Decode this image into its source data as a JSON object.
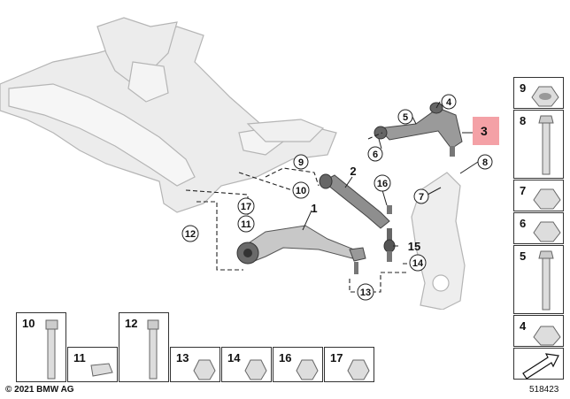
{
  "callouts": {
    "c1": "1",
    "c2": "2",
    "c3": "3",
    "c4": "4",
    "c5": "5",
    "c6": "6",
    "c7": "7",
    "c8": "8",
    "c9": "9",
    "c10": "10",
    "c11": "11",
    "c12": "12",
    "c13": "13",
    "c14": "14",
    "c15": "15",
    "c16": "16",
    "c17": "17"
  },
  "side_boxes": [
    "9",
    "8",
    "7",
    "6",
    "5",
    "4"
  ],
  "bottom_boxes": [
    "10",
    "11",
    "12",
    "13",
    "14",
    "16",
    "17"
  ],
  "footer": {
    "copyright": "© 2021 BMW AG",
    "diagram_number": "518423"
  },
  "colors": {
    "highlight": "#f4a1a6",
    "part_fill": "#e6e6e6",
    "part_stroke": "#8a8a8a",
    "dark_part": "#555555"
  }
}
